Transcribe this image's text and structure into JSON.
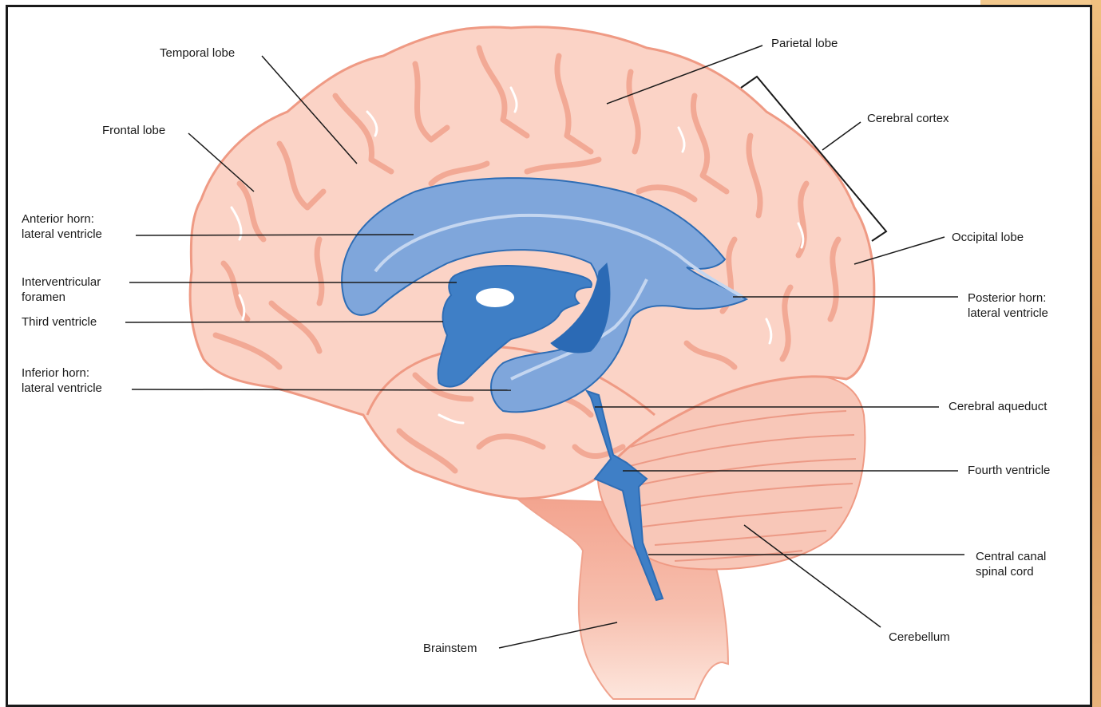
{
  "colors": {
    "brain_fill": "#fbd3c6",
    "brain_stroke": "#ef9a84",
    "sulci": "#f2a995",
    "ventricle_light": "#7fa6db",
    "ventricle_dark": "#3f7fc6",
    "ventricle_stroke": "#2e6db5",
    "frame": "#1a1a1a",
    "side_strip": "#e3a663"
  },
  "labels": {
    "temporal_lobe": "Temporal lobe",
    "frontal_lobe": "Frontal lobe",
    "anterior_horn_1": "Anterior horn:",
    "anterior_horn_2": "lateral ventricle",
    "interventricular_1": "Interventricular",
    "interventricular_2": "foramen",
    "third_ventricle": "Third ventricle",
    "inferior_horn_1": "Inferior horn:",
    "inferior_horn_2": "lateral ventricle",
    "brainstem": "Brainstem",
    "parietal_lobe": "Parietal lobe",
    "cerebral_cortex": "Cerebral cortex",
    "occipital_lobe": "Occipital lobe",
    "posterior_horn_1": "Posterior horn:",
    "posterior_horn_2": "lateral ventricle",
    "cerebral_aqueduct": "Cerebral aqueduct",
    "fourth_ventricle": "Fourth ventricle",
    "central_canal_1": "Central canal",
    "central_canal_2": "spinal cord",
    "cerebellum": "Cerebellum"
  }
}
